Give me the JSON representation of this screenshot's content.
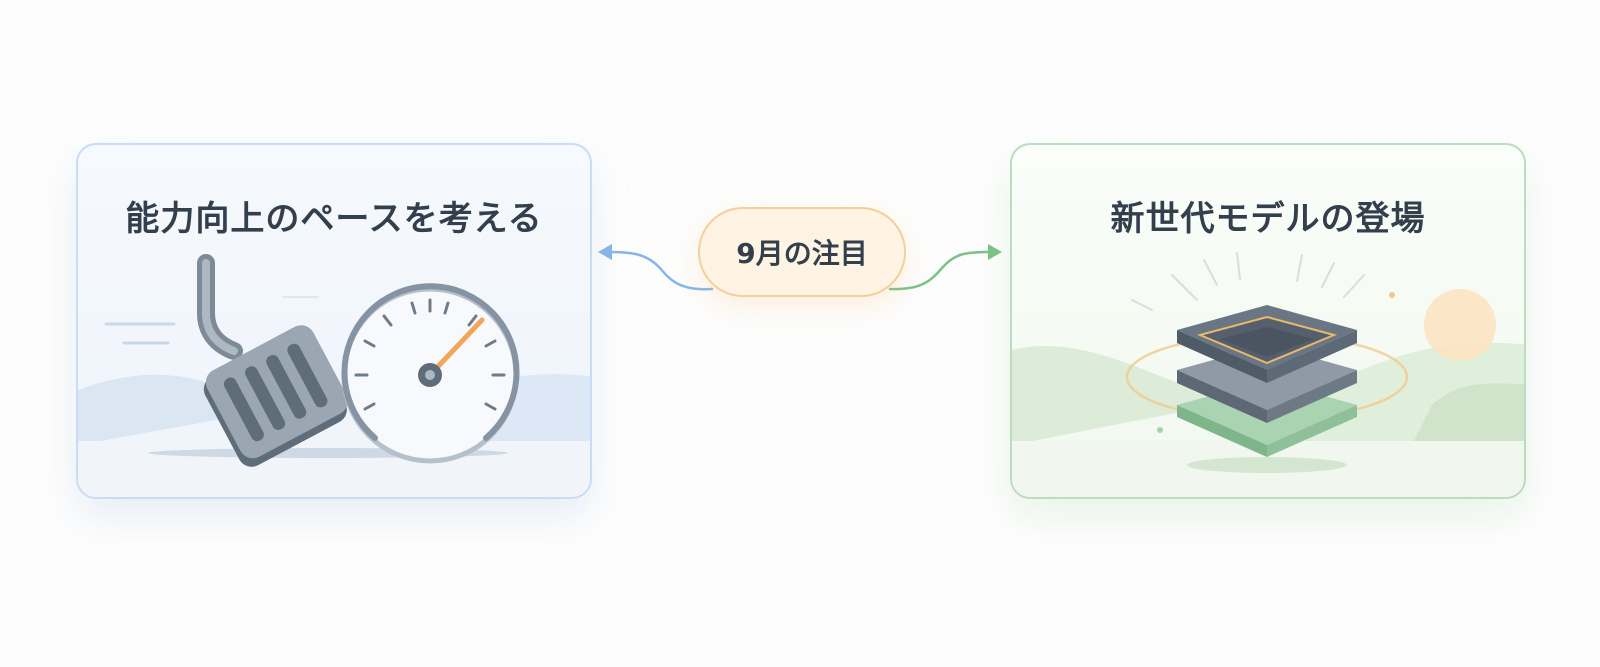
{
  "center": {
    "label": "9月の注目"
  },
  "left_card": {
    "title": "能力向上のペースを考える"
  },
  "right_card": {
    "title": "新世代モデルの登場"
  },
  "icons": {
    "left_art": [
      "accelerator-pedal-icon",
      "speedometer-icon"
    ],
    "right_art": [
      "stacked-chip-icon"
    ]
  },
  "colors": {
    "left_accent": "#7fb0e6",
    "right_accent": "#7cc286",
    "center_accent": "#f5cf9a",
    "title_text": "#333f4c"
  }
}
